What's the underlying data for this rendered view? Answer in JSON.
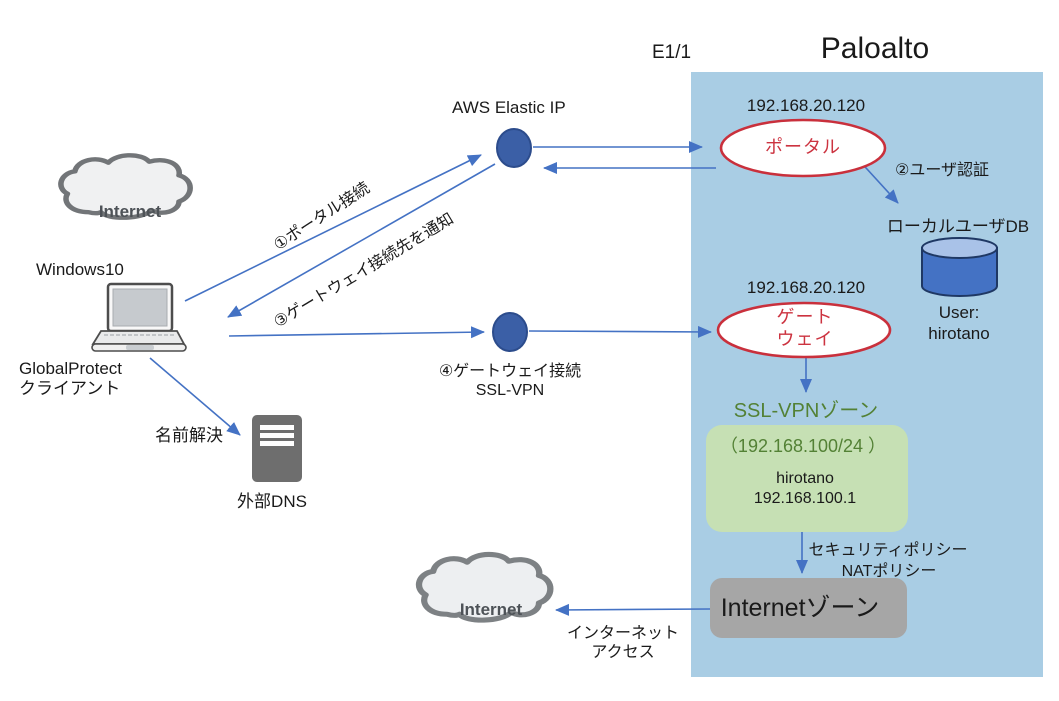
{
  "title": "Paloalto",
  "interface_label": "E1/1",
  "clouds": {
    "top": "Internet",
    "bottom": "Internet"
  },
  "client": {
    "os": "Windows10",
    "line1": "GlobalProtect",
    "line2": "クライアント"
  },
  "aws": {
    "label": "AWS Elastic IP"
  },
  "dns": {
    "action": "名前解決",
    "label": "外部DNS"
  },
  "portal": {
    "ip": "192.168.20.120",
    "label": "ポータル"
  },
  "gateway": {
    "ip": "192.168.20.120",
    "line1": "ゲート",
    "line2": "ウェイ"
  },
  "userdb": {
    "label": "ローカルユーザDB",
    "user_line1": "User:",
    "user_line2": "hirotano"
  },
  "sslvpn": {
    "title": "SSL-VPNゾーン",
    "subnet": "（192.168.100/24 ）",
    "user": "hirotano",
    "ip": "192.168.100.1"
  },
  "policies": {
    "line1": "セキュリティポリシー",
    "line2": "NATポリシー"
  },
  "internet_zone": {
    "label": "Internetゾーン"
  },
  "flows": {
    "step1": "①ポータル接続",
    "step2": "②ユーザ認証",
    "step3": "③ゲートウェイ接続先を通知",
    "step4_line1": "④ゲートウェイ接続",
    "step4_line2": "SSL-VPN",
    "access_line1": "インターネット",
    "access_line2": "アクセス"
  },
  "colors": {
    "arrow_blue": "#4472c4",
    "node_blue": "#3b5fa6",
    "firewall_bg": "#a9cde4",
    "ellipse_red": "#c9303c",
    "zone_green_bg": "#c6e0b4",
    "zone_green_text": "#538135",
    "internet_zone_gray": "#a6a6a6",
    "server_gray": "#6e6e6e",
    "db_blue": "#4472c4"
  }
}
